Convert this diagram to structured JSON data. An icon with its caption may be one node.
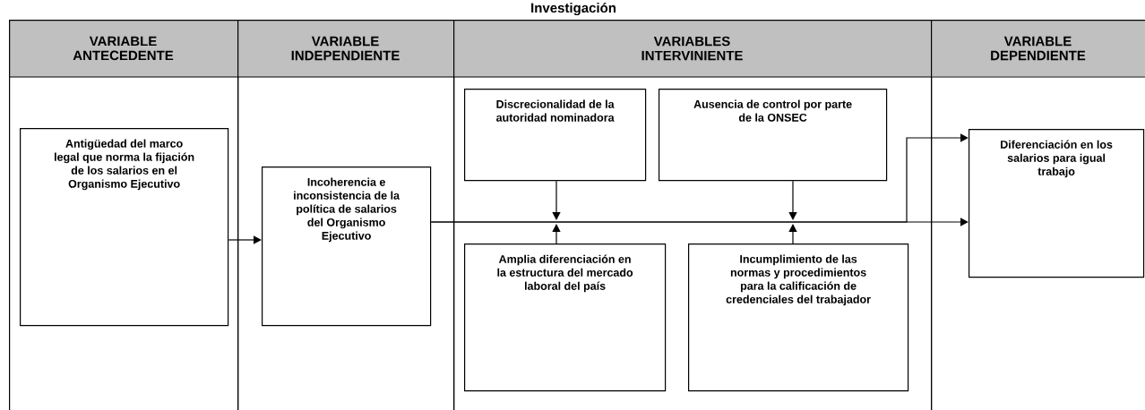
{
  "diagram": {
    "title": "Investigación",
    "nodes": [
      {
        "text": [
          "VARIABLE ANTECEDENTE"
        ]
      },
      {
        "text": [
          "VARIABLE INDEPENDIENTE"
        ]
      },
      {
        "text": [
          "VARIABLES INTERVINIENTE"
        ]
      },
      {
        "text": [
          "VARIABLE DEPENDIENTE"
        ]
      },
      {
        "text": [
          "Antigüedad del marco legal que norma la fijación de los salarios en el Organismo Ejecutivo"
        ],
        "in": 0
      },
      {
        "text": [
          "Incoherencia e inconsistencia de la política de salarios del Organismo Ejecutivo"
        ],
        "in": 1
      },
      {
        "text": [
          "Discrecionalidad de la autoridad nominadora"
        ],
        "in": 2
      },
      {
        "text": [
          "Ausencia de control por parte de la ONSEC"
        ],
        "in": 2
      },
      {
        "text": [
          "Amplia diferenciación en la estructura del mercado laboral del país"
        ],
        "in": 2
      },
      {
        "text": [
          "Incumplimiento de las normas y procedimientos para la calificación de credenciales del trabajador"
        ],
        "in": 2
      },
      {
        "text": [
          "Diferenciación en los salarios para igual trabajo"
        ],
        "in": 3
      }
    ],
    "edges": [
      {
        "from": 4,
        "to": 5,
        "arrow": "to"
      },
      {
        "from": 5,
        "to": 10,
        "arrow": "to"
      },
      {
        "from": 5,
        "to": 10,
        "arrow": "to"
      },
      {
        "from": 6,
        "to": null,
        "arrow": "to"
      },
      {
        "from": 7,
        "to": null,
        "arrow": "to"
      },
      {
        "from": 8,
        "to": null,
        "arrow": "to"
      },
      {
        "from": 9,
        "to": null,
        "arrow": "to"
      }
    ]
  }
}
